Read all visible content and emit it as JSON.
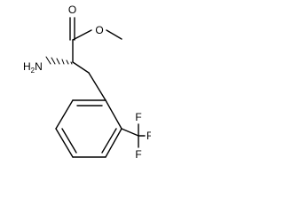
{
  "molecule": {
    "atoms": {
      "carbonyl_oxygen": "O",
      "ester_oxygen": "O",
      "amine": {
        "element": "H",
        "subscript": "2",
        "suffix": "N"
      },
      "fluorine_top": "F",
      "fluorine_right": "F",
      "fluorine_bottom": "F"
    }
  }
}
